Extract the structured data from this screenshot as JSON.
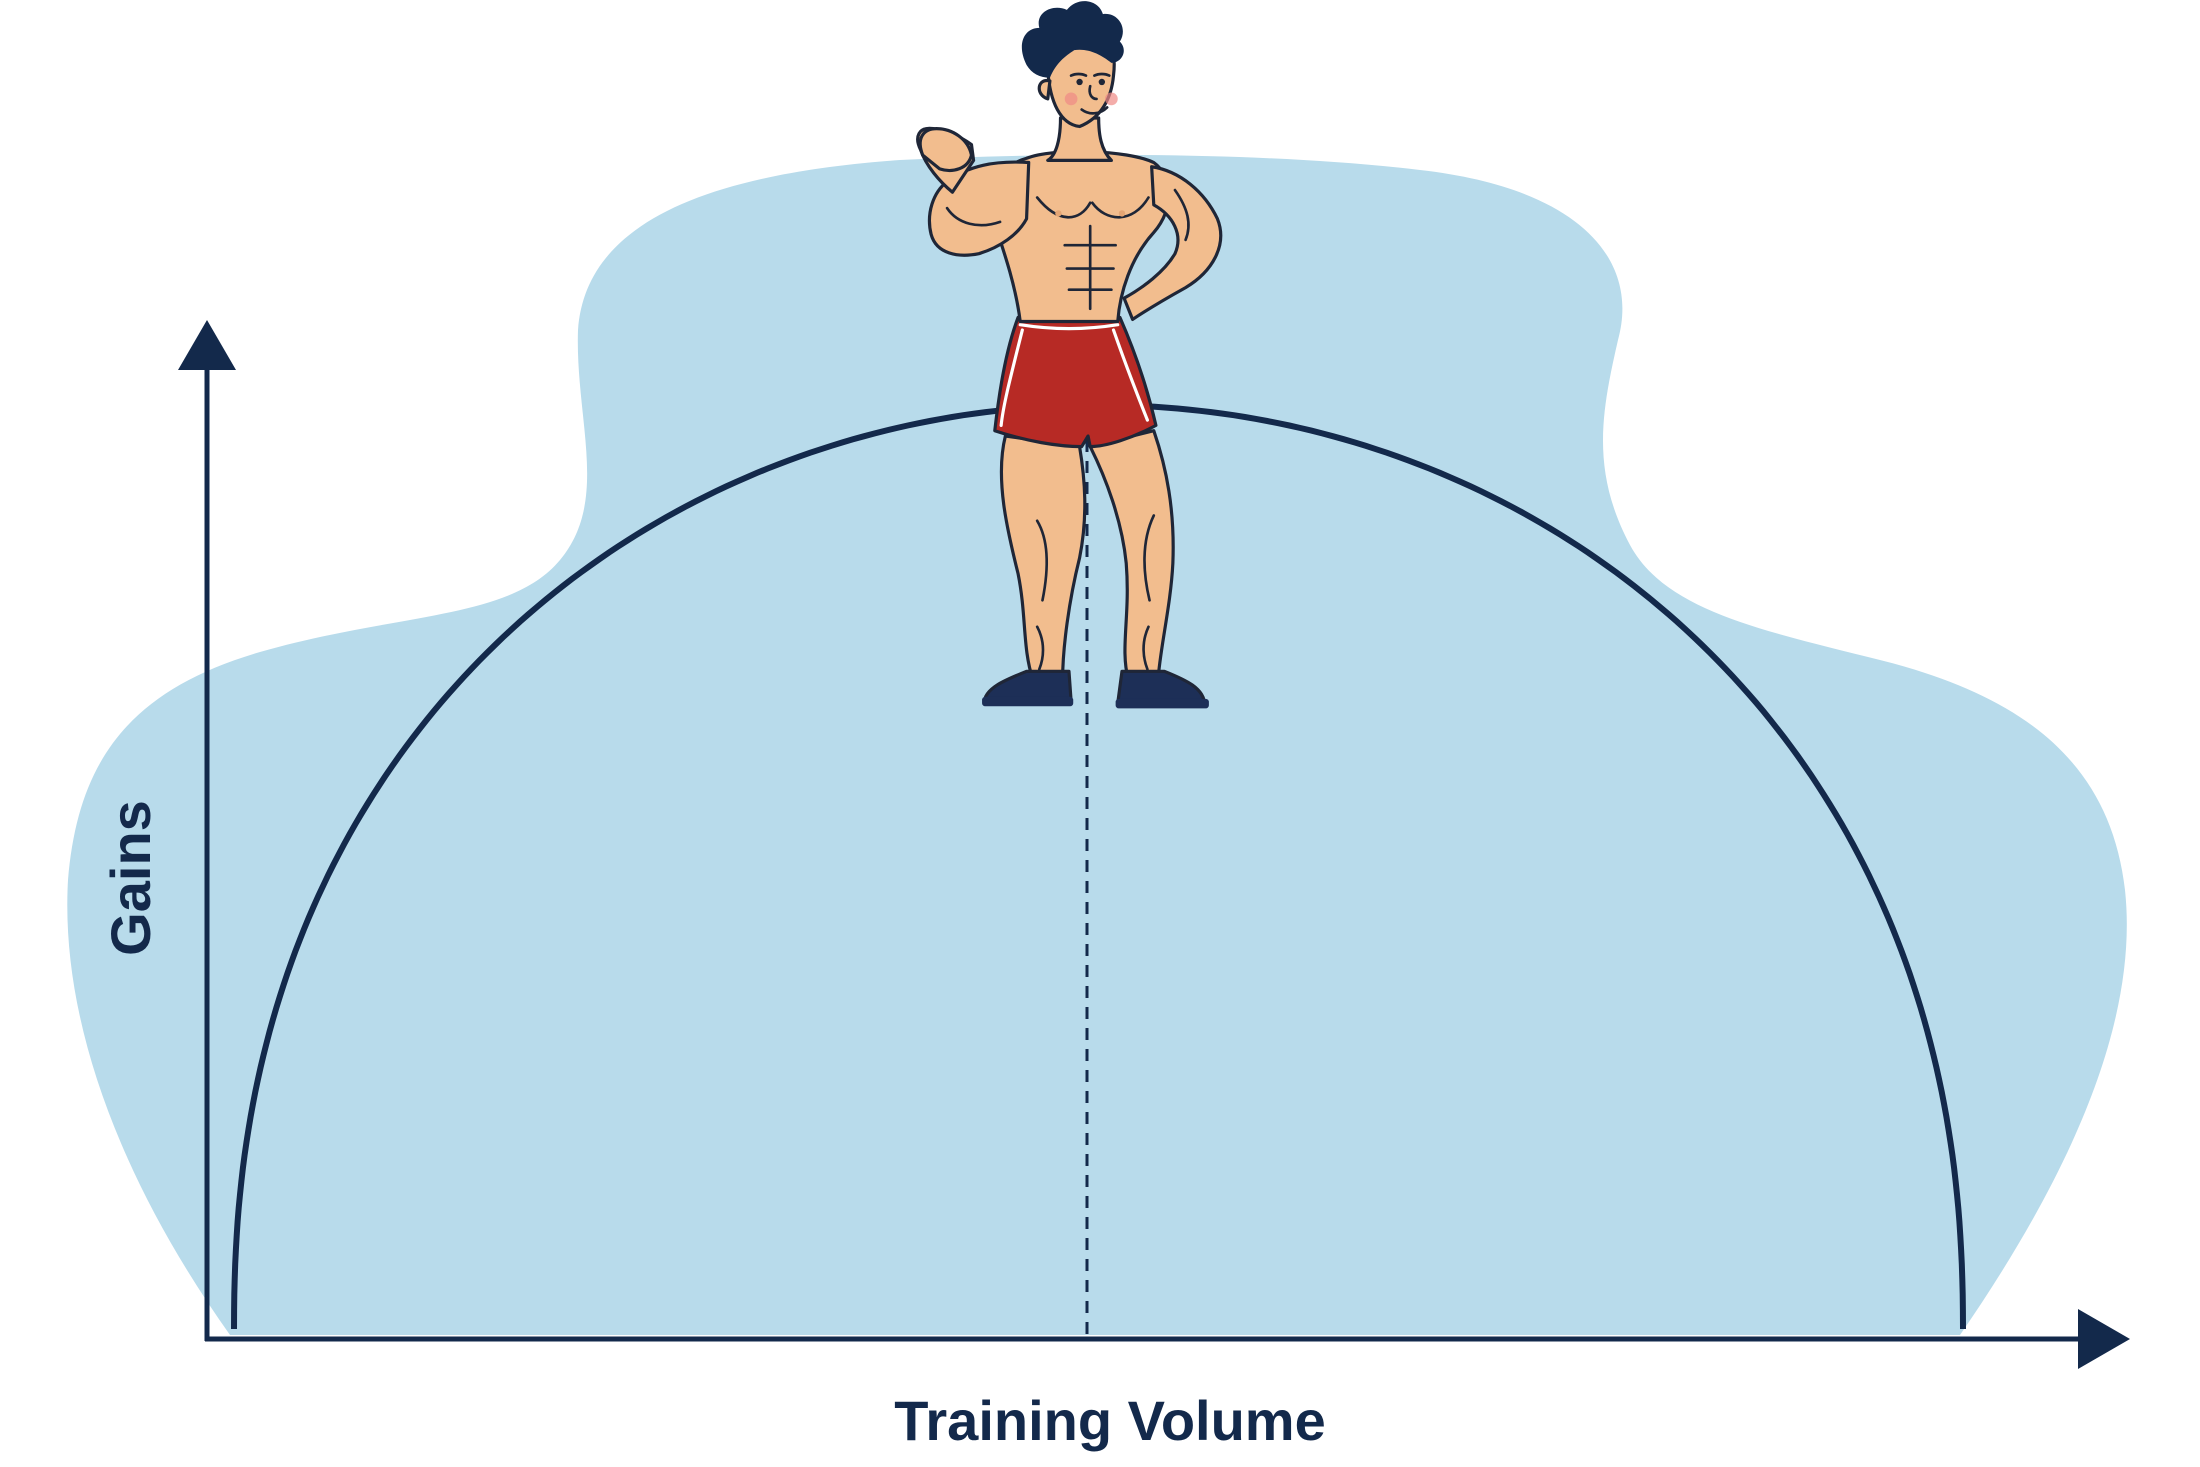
{
  "chart_data": {
    "type": "line",
    "title": "",
    "xlabel": "Training Volume",
    "ylabel": "Gains",
    "curve": "inverted-u",
    "peak_marker": "dashed vertical line at peak",
    "grid": false,
    "legend": "none",
    "x_ticks": [],
    "y_ticks": []
  },
  "illustration": {
    "figure": "muscular-man-flexing-icon",
    "background": "light-blue-blob-shape"
  },
  "colors": {
    "axis": "#13294b",
    "curve": "#13294b",
    "blob": "#b8dbeb",
    "skin": "#f2bd8e",
    "skin_shade": "#e4a574",
    "hair": "#13294b",
    "shorts": "#b72a25",
    "shoes": "#1d2f57",
    "outline": "#1f2637"
  }
}
